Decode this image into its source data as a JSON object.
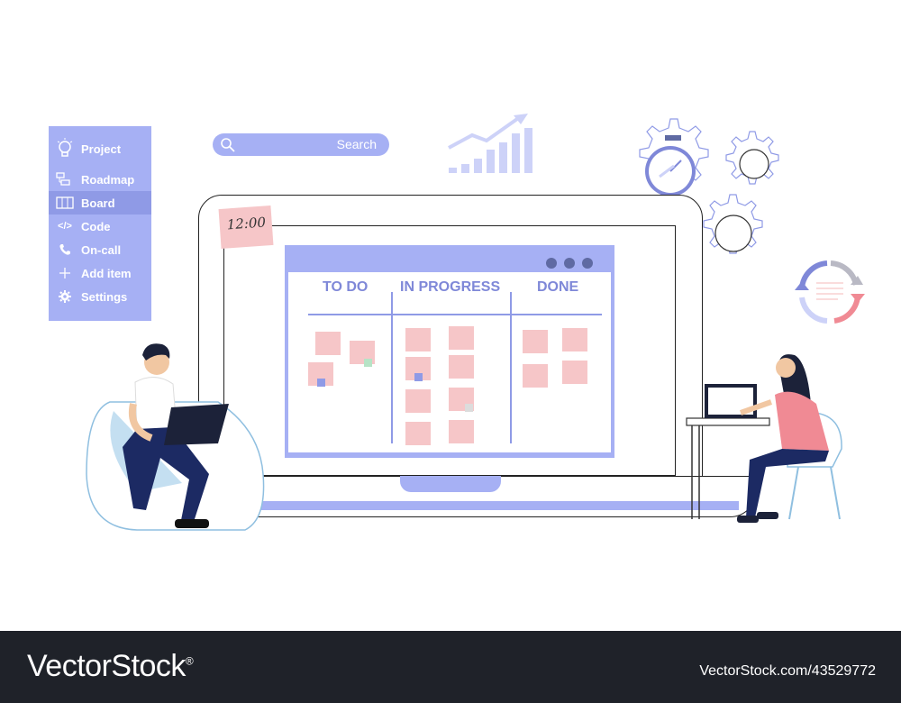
{
  "sidebar": {
    "items": [
      {
        "label": "Project",
        "icon": "lightbulb-icon"
      },
      {
        "label": "Roadmap",
        "icon": "roadmap-icon"
      },
      {
        "label": "Board",
        "icon": "board-icon"
      },
      {
        "label": "Code",
        "icon": "code-icon"
      },
      {
        "label": "On-call",
        "icon": "phone-icon"
      },
      {
        "label": "Add item",
        "icon": "plus-icon"
      },
      {
        "label": "Settings",
        "icon": "gear-icon"
      }
    ],
    "active": "Board"
  },
  "search": {
    "label": "Search",
    "icon": "search-icon"
  },
  "sticky_note": {
    "time": "12:00"
  },
  "board": {
    "columns": [
      {
        "title": "TO DO"
      },
      {
        "title": "IN PROGRESS"
      },
      {
        "title": "DONE"
      }
    ]
  },
  "watermark": {
    "brand": "VectorStock",
    "registered": "®",
    "id": "VectorStock.com/43529772"
  },
  "colors": {
    "accent": "#a6b0f4",
    "accent_dark": "#8f9ae6",
    "note": "#f6c6c8",
    "text_blue": "#7f88d8",
    "watermark_bg": "#1f2229"
  }
}
